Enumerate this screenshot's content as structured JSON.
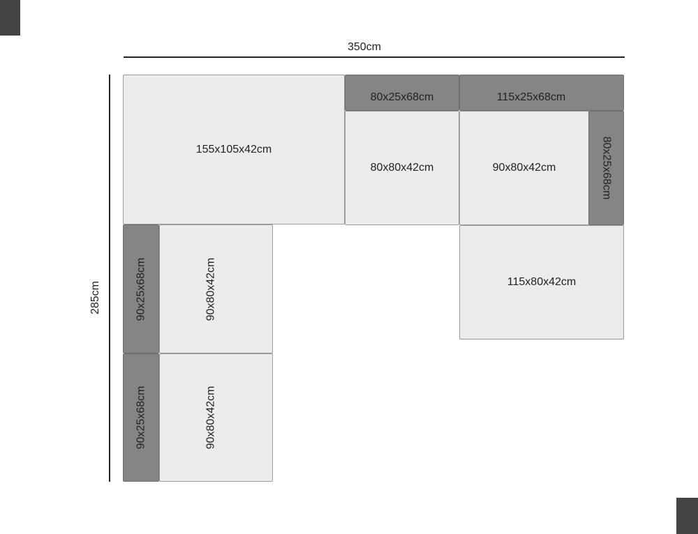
{
  "dimensions": {
    "width": "350cm",
    "height": "285cm"
  },
  "pieces": {
    "corner_seat": "155x105x42cm",
    "top_back_left": "80x25x68cm",
    "top_back_right": "115x25x68cm",
    "top_seat_middle": "80x80x42cm",
    "top_seat_right": "90x80x42cm",
    "right_back": "80x25x68cm",
    "right_seat": "115x80x42cm",
    "left_back_upper": "90x25x68cm",
    "left_seat_upper": "90x80x42cm",
    "left_back_lower": "90x25x68cm",
    "left_seat_lower": "90x80x42cm"
  },
  "colors": {
    "seat": "#ececec",
    "back": "#858585",
    "corner_marks": "#444444"
  }
}
